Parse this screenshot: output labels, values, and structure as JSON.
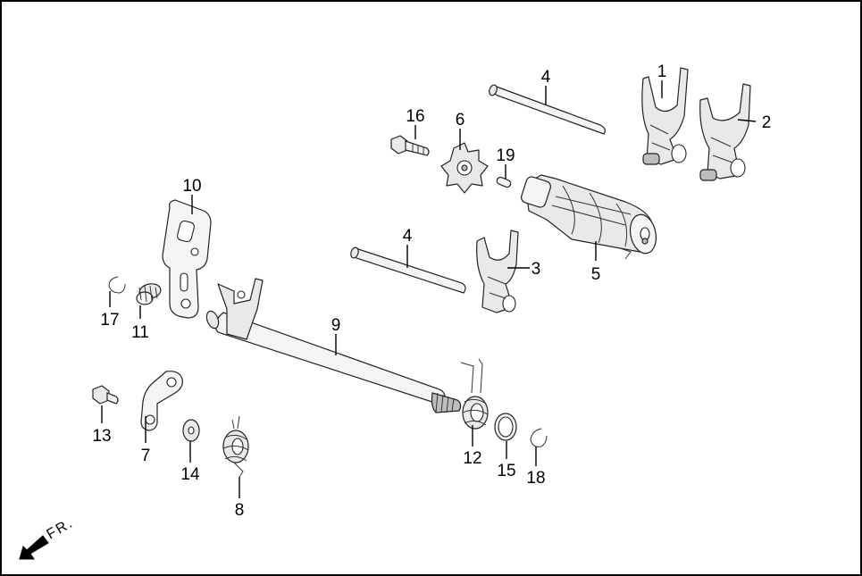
{
  "diagram": {
    "direction_indicator": {
      "label": "FR.",
      "icon": "arrow-down-left-icon"
    },
    "callouts": [
      {
        "key": "c1",
        "label": "1"
      },
      {
        "key": "c2",
        "label": "2"
      },
      {
        "key": "c3",
        "label": "3"
      },
      {
        "key": "c4a",
        "label": "4"
      },
      {
        "key": "c4b",
        "label": "4"
      },
      {
        "key": "c5",
        "label": "5"
      },
      {
        "key": "c6",
        "label": "6"
      },
      {
        "key": "c7",
        "label": "7"
      },
      {
        "key": "c8",
        "label": "8"
      },
      {
        "key": "c9",
        "label": "9"
      },
      {
        "key": "c10",
        "label": "10"
      },
      {
        "key": "c11",
        "label": "11"
      },
      {
        "key": "c12",
        "label": "12"
      },
      {
        "key": "c13",
        "label": "13"
      },
      {
        "key": "c14",
        "label": "14"
      },
      {
        "key": "c15",
        "label": "15"
      },
      {
        "key": "c16",
        "label": "16"
      },
      {
        "key": "c17",
        "label": "17"
      },
      {
        "key": "c18",
        "label": "18"
      },
      {
        "key": "c19",
        "label": "19"
      }
    ]
  }
}
